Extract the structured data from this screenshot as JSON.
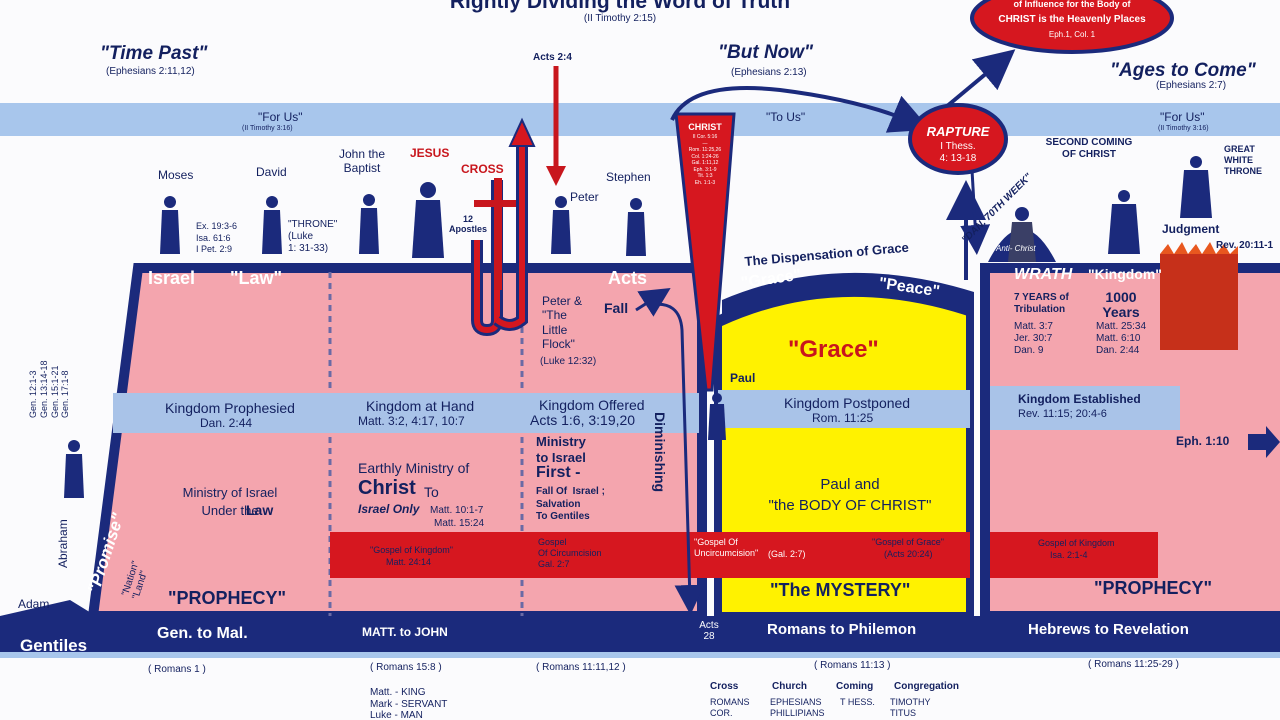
{
  "header": {
    "title": "Rightly Dividing the Word of Truth",
    "ref": "(II Timothy 2:15)"
  },
  "eras": {
    "time_past": {
      "label": "\"Time Past\"",
      "ref": "(Ephesians 2:11,12)"
    },
    "but_now": {
      "label": "\"But Now\"",
      "ref": "(Ephesians 2:13)"
    },
    "ages_to_come": {
      "label": "\"Ages to Come\"",
      "ref": "(Ephesians 2:7)"
    }
  },
  "band": {
    "for_us_1": "\"For Us\"",
    "for_us_1_ref": "(II Timothy 3:16)",
    "to_us": "\"To Us\"",
    "for_us_2": "\"For Us\"",
    "for_us_2_ref": "(II Timothy 3:16)"
  },
  "top_bubble": {
    "line1": "of Influence for the Body of",
    "line2": "CHRIST is the Heavenly Places",
    "ref": "Eph.1, Col. 1"
  },
  "figures": {
    "moses": "Moses",
    "david": "David",
    "john": "John the\nBaptist",
    "jesus": "JESUS",
    "cross": "CROSS",
    "acts24": "Acts 2:4",
    "peter": "Peter",
    "stephen": "Stephen",
    "apostles": "12\nApostles",
    "moses_refs": "Ex. 19:3-6\nIsa. 61:6\nI Pet. 2:9",
    "throne": "\"THRONE\"\n(Luke\n1: 31-33)",
    "abraham": "Abraham",
    "abraham_refs": "Gen. 12:1-3\nGen. 13:14-18\nGen. 15:1-21\nGen. 17:1-8",
    "adam": "Adam",
    "paul": "Paul"
  },
  "christ_column": {
    "title": "CHRIST",
    "refs": "II Cor. 5:16\n—\nRom. 11:25,26\nCol. 1:24-26\nGal. 1:11,12\nEph. 3:1-9\nTit. 1:3\nEh. 1:1-3"
  },
  "rapture": {
    "title": "RAPTURE",
    "ref1": "I Thess.",
    "ref2": "4: 13-18"
  },
  "future": {
    "second_coming": "SECOND COMING\nOF CHRIST",
    "great_white_throne": "GREAT\nWHITE\nTHRONE",
    "judgment": "Judgment",
    "judgment_ref": "Rev. 20:11-1",
    "dan70": "\"DAN. 70TH WEEK\"",
    "antichrist": "Anti-  Christ",
    "wrath": "WRATH",
    "kingdom": "\"Kingdom\"",
    "tribulation": "7 YEARS of\nTribulation",
    "tribulation_refs": "Matt. 3:7\nJer. 30:7\nDan. 9",
    "thousand_years": "1000\nYears",
    "thousand_refs": "Matt. 25:34\nMatt. 6:10\nDan. 2:44",
    "kingdom_established": "Kingdom Established",
    "kingdom_established_ref": "Rev. 11:15; 20:4-6",
    "eph110": "Eph.  1:10",
    "gospel_kingdom": "Gospel of Kingdom",
    "gospel_kingdom_ref": "Isa. 2:1-4",
    "prophecy": "\"PROPHECY\""
  },
  "israel": {
    "israel": "Israel",
    "law": "\"Law\"",
    "acts": "Acts",
    "promise": "\"Promise\"",
    "nation_land": "\"Nation\"\n\"Land\"",
    "kingdom_prophesied": "Kingdom Prophesied",
    "kingdom_prophesied_ref": "Dan. 2:44",
    "kingdom_at_hand": "Kingdom at Hand",
    "kingdom_at_hand_ref": "Matt. 3:2, 4:17, 10:7",
    "kingdom_offered": "Kingdom Offered",
    "kingdom_offered_ref": "Acts 1:6, 3:19,20",
    "ministry_israel": "Ministry of Israel\nUnder the",
    "law_word": "Law",
    "earthly_ministry": "Earthly Ministry of",
    "christ_to": "Christ",
    "to_word": "To",
    "israel_only": "Israel Only",
    "israel_only_ref": "Matt. 10:1-7",
    "israel_only_ref2": "Matt. 15:24",
    "ministry_first": "Ministry\nto Israel",
    "first": "First -",
    "fall_of_israel": "Fall Of  Israel ;\nSalvation\nTo Gentiles",
    "peter_flock": "Peter &\n\"The\nLittle\nFlock\"",
    "peter_flock_ref": "(Luke 12:32)",
    "fall": "Fall",
    "diminishing": "Diminishing",
    "gospel_of_kingdom": "\"Gospel of Kingdom\"",
    "gospel_of_kingdom_ref": "Matt. 24:14",
    "gospel_circ": "Gospel\nOf Circumcision\nGal. 2:7",
    "prophecy": "\"PROPHECY\""
  },
  "grace": {
    "dispensation": "The Dispensation of Grace",
    "grace_q": "\"Grace\"",
    "peace_q": "\"Peace\"",
    "big_grace": "\"Grace\"",
    "kingdom_postponed": "Kingdom Postponed",
    "kingdom_postponed_ref": "Rom. 11:25",
    "paul_body": "Paul and\n\"the BODY OF CHRIST\"",
    "gospel_uncirc": "\"Gospel Of\nUncircumcision\"",
    "gospel_uncirc_ref": "(Gal. 2:7)",
    "gospel_grace": "\"Gospel of Grace\"",
    "gospel_grace_ref": "(Acts 20:24)",
    "mystery": "\"The MYSTERY\""
  },
  "bottom": {
    "gentiles": "Gentiles",
    "gen_mal": "Gen. to  Mal.",
    "matt_john": "MATT.   to   JOHN",
    "acts28": "Acts\n28",
    "rom_phil": "Romans to Philemon",
    "heb_rev": "Hebrews   to   Revelation",
    "rom1": "( Romans 1 )",
    "rom158": "( Romans 15:8 )",
    "rom1111": "( Romans 11:11,12 )",
    "rom1113": "( Romans 11:13 )",
    "rom112529": "( Romans 11:25-29 )",
    "gospels": "Matt. - KING\nMark - SERVANT\nLuke - MAN",
    "col_cross": "Cross",
    "col_cross_v": "ROMANS\nCOR.",
    "col_church": "Church",
    "col_church_v": "EPHESIANS\nPHILLIPIANS",
    "col_coming": "Coming",
    "col_coming_v": "T HESS.",
    "col_congregation": "Congregation",
    "col_congregation_v": "TIMOTHY\nTITUS"
  },
  "colors": {
    "navy": "#1b2a7c",
    "pink": "#f6a9b2",
    "red": "#d6171f",
    "yellow": "#fff200",
    "lightblue": "#a5c3ea",
    "band": "#a8c6ec"
  }
}
